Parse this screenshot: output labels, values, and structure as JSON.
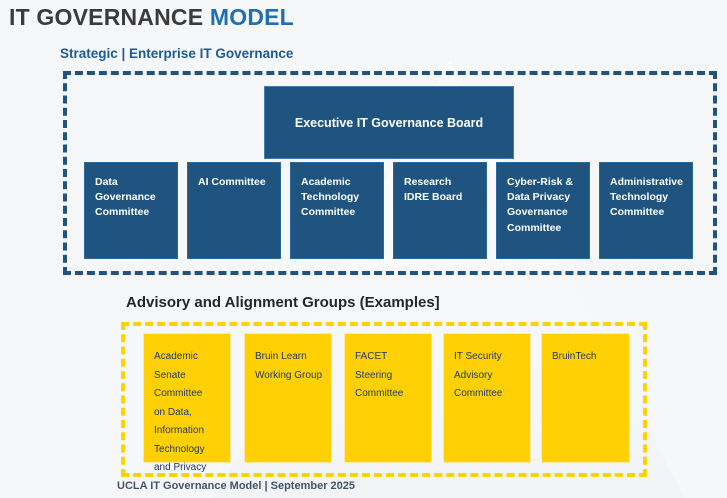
{
  "title": {
    "primary": "IT GOVERNANCE ",
    "accent": "MODEL"
  },
  "strategic": {
    "label": "Strategic | Enterprise IT Governance",
    "board": "Executive IT Governance Board",
    "committees": [
      "Data Governance\nCommittee",
      "AI Committee",
      "Academic\nTechnology\nCommittee",
      "Research\nIDRE Board",
      "Cyber-Risk &\nData Privacy\nGovernance\nCommittee",
      "Administrative\nTechnology\nCommittee"
    ]
  },
  "advisory": {
    "heading": "Advisory and Alignment Groups (Examples]",
    "groups": [
      "Academic Senate\nCommittee\non Data,\nInformation\nTechnology\nand Privacy",
      "Bruin Learn\nWorking Group",
      "FACET\nSteering\nCommittee",
      "IT Security\nAdvisory\nCommittee",
      "BruinTech"
    ]
  },
  "footer": {
    "text": "UCLA IT Governance Model | September 2025"
  },
  "colors": {
    "navy_box": "#1F5481",
    "navy_dashed_border": "#1F5481",
    "gold_box": "#FFD104",
    "gold_dashed_border": "#FFD100",
    "title_text": "#3B3B3B",
    "title_accent": "#1F6FB5",
    "strategic_label": "#1E5B96",
    "gold_box_text": "#1F3864",
    "footer_text": "#44546A",
    "background": "#F6F7F9"
  }
}
